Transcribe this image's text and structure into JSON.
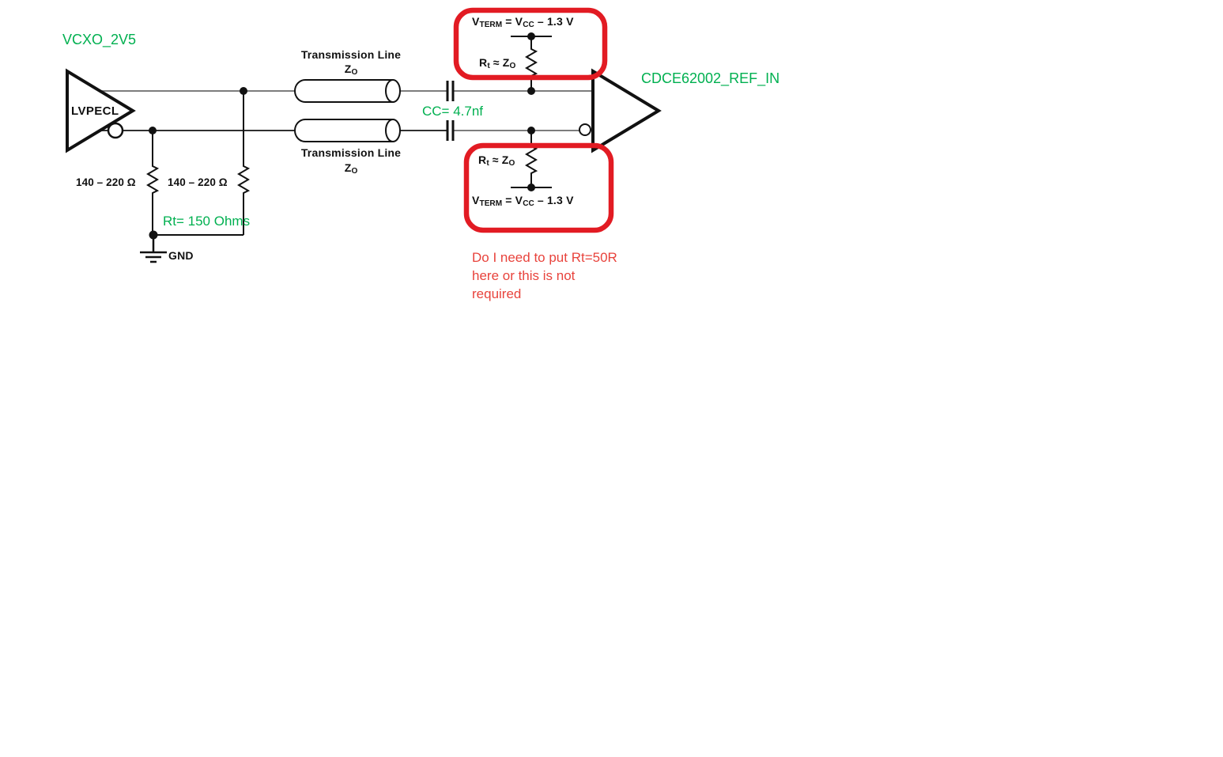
{
  "colors": {
    "annotation_green": "#00b050",
    "annotation_red": "#e8433c",
    "highlight_box_red": "#e21b23",
    "wire_gray": "#7d7d7d",
    "ink": "#111111"
  },
  "annotations": {
    "vcxo": "VCXO_2V5",
    "receiver": "CDCE62002_REF_IN",
    "rt150": "Rt= 150 Ohms",
    "cc": "CC= 4.7nf",
    "question": [
      "Do I need to put Rt=50R",
      "here or this is not",
      "required"
    ]
  },
  "schematic": {
    "driver": "LVPECL",
    "resistor_left": "140 – 220 Ω",
    "resistor_right": "140 – 220 Ω",
    "gnd": "GND",
    "tline": {
      "title": "Transmission Line",
      "z": "Z",
      "z_sub": "O"
    },
    "vterm": {
      "v": "V",
      "v_sub": "TERM",
      "eq": " = ",
      "v2": "V",
      "v2_sub": "CC",
      "tail": " – 1.3 V"
    },
    "rt": {
      "r": "R",
      "r_sub": "t",
      "approx": " ≈ ",
      "z": "Z",
      "z_sub": "O"
    }
  }
}
